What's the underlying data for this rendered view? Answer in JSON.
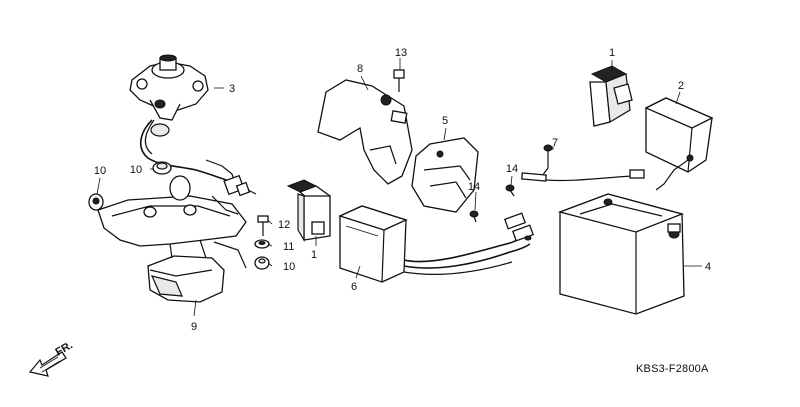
{
  "diagram": {
    "callouts": [
      "1",
      "2",
      "3",
      "4",
      "6",
      "7",
      "8",
      "9",
      "10",
      "10",
      "10",
      "11",
      "12",
      "13",
      "14",
      "14",
      "5",
      "1"
    ],
    "footer_code": "KBS3-F2800A",
    "front_label": "FR."
  }
}
